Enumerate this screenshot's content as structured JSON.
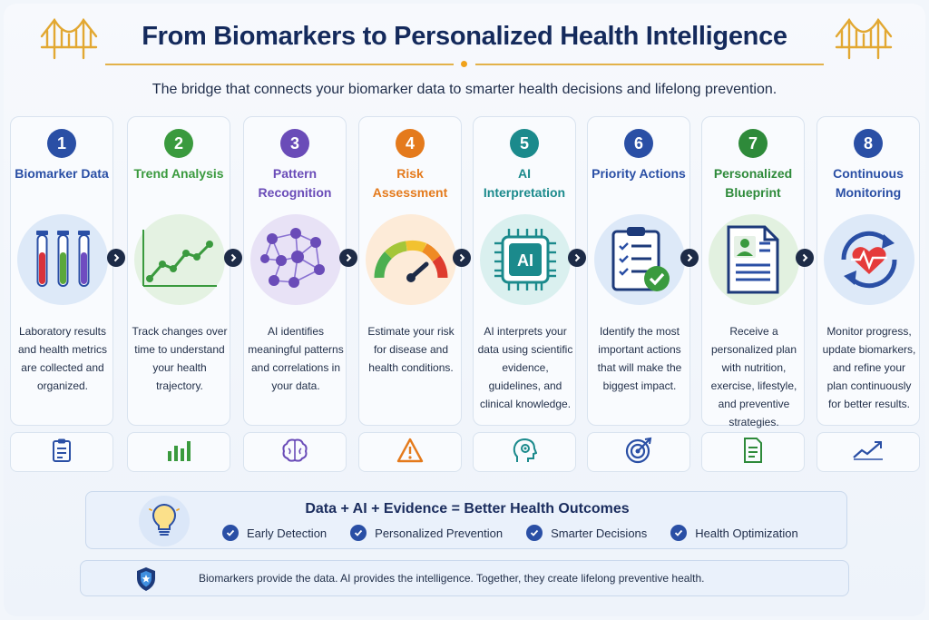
{
  "header": {
    "title": "From Biomarkers to Personalized Health Intelligence",
    "subtitle": "The bridge that connects your biomarker data to smarter health decisions and lifelong prevention."
  },
  "steps": [
    {
      "number": "1",
      "title": "Biomarker Data",
      "description": "Laboratory results and health metrics are collected and organized.",
      "color": "#2a4fa5",
      "illustration": "test-tubes-icon",
      "footer_icon": "clipboard-icon"
    },
    {
      "number": "2",
      "title": "Trend Analysis",
      "description": "Track changes over time to understand your health trajectory.",
      "color": "#3a9a3e",
      "illustration": "line-chart-icon",
      "footer_icon": "bar-chart-icon"
    },
    {
      "number": "3",
      "title": "Pattern Recognition",
      "description": "AI identifies meaningful patterns and correlations in your data.",
      "color": "#6a4cb8",
      "illustration": "network-icon",
      "footer_icon": "brain-icon"
    },
    {
      "number": "4",
      "title": "Risk Assessment",
      "description": "Estimate your risk for disease and health conditions.",
      "color": "#e47a1c",
      "illustration": "gauge-icon",
      "footer_icon": "warning-icon"
    },
    {
      "number": "5",
      "title": "AI Interpretation",
      "description": "AI interprets your data using scientific evidence, guidelines, and clinical knowledge.",
      "color": "#1b8a8c",
      "illustration": "ai-chip-icon",
      "footer_icon": "head-gear-icon"
    },
    {
      "number": "6",
      "title": "Priority Actions",
      "description": "Identify the most important actions that will make the biggest impact.",
      "color": "#2a4fa5",
      "illustration": "checklist-icon",
      "footer_icon": "target-icon"
    },
    {
      "number": "7",
      "title": "Personalized Blueprint",
      "description": "Receive a personalized plan with nutrition, exercise, lifestyle, and preventive strategies.",
      "color": "#2e8a3a",
      "illustration": "profile-document-icon",
      "footer_icon": "document-icon"
    },
    {
      "number": "8",
      "title": "Continuous Monitoring",
      "description": "Monitor progress, update biomarkers, and refine your plan continuously for better results.",
      "color": "#2a4fa5",
      "illustration": "heart-cycle-icon",
      "footer_icon": "trend-line-icon"
    }
  ],
  "summary": {
    "title": "Data + AI + Evidence = Better Health Outcomes",
    "benefits": [
      "Early Detection",
      "Personalized Prevention",
      "Smarter Decisions",
      "Health Optimization"
    ]
  },
  "footer": {
    "text": "Biomarkers provide the data. AI provides the intelligence. Together, they create lifelong preventive health."
  }
}
